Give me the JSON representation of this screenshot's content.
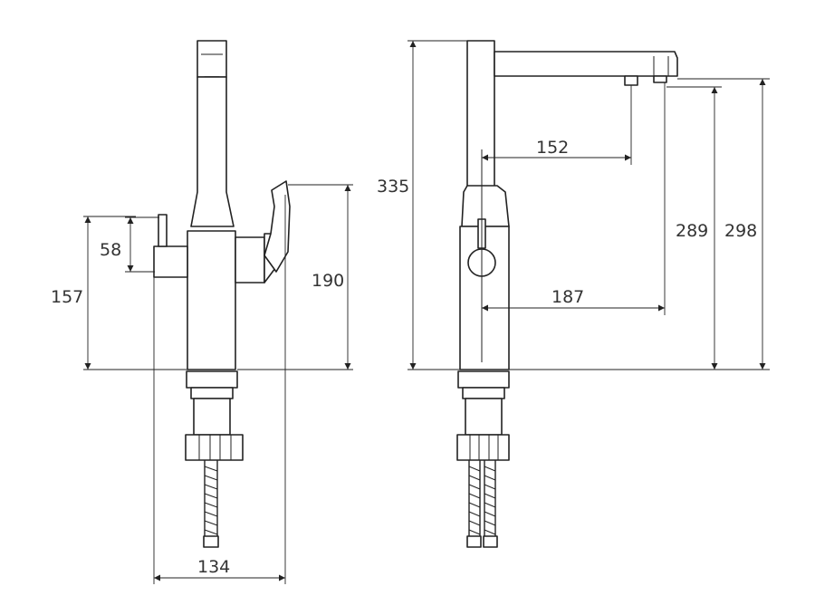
{
  "dimensions": {
    "front_view": {
      "side_valve_height": "58",
      "side_valve_total_height": "157",
      "lever_height": "190",
      "overall_width": "134"
    },
    "side_view": {
      "overall_height": "335",
      "spout_outlet_reach": "152",
      "filter_outlet_reach": "187",
      "filter_outlet_height": "289",
      "spout_outlet_height": "298"
    }
  },
  "colors": {
    "line": "#222222",
    "text": "#333333",
    "background": "#ffffff"
  }
}
